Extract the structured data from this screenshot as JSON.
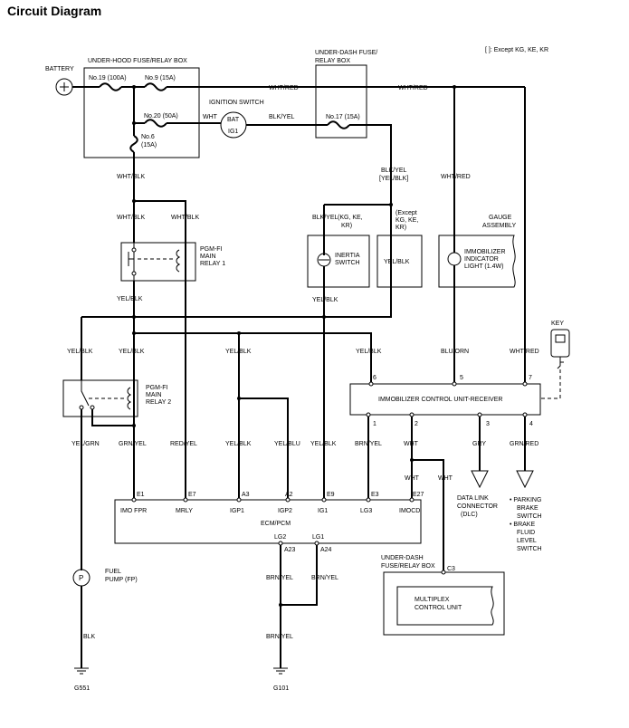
{
  "title": "Circuit Diagram",
  "note": "[ ]: Except KG, KE, KR",
  "battery": "BATTERY",
  "underhood_box": "UNDER-HOOD FUSE/RELAY BOX",
  "fuse_19": "No.19 (100A)",
  "fuse_9": "No.9 (15A)",
  "fuse_20": "No.20 (50A)",
  "fuse_6": "No.6",
  "fuse_6_rating": "(15A)",
  "ignition_switch": "IGNITION SWITCH",
  "bat": "BAT",
  "ig1": "IG1",
  "underdash_box_1": "UNDER-DASH FUSE/",
  "underdash_box_2": "RELAY BOX",
  "fuse_17": "No.17 (15A)",
  "inertia_note_1": "(KG, KE,",
  "inertia_note_2": "KR)",
  "inertia_switch_1": "INERTIA",
  "inertia_switch_2": "SWITCH",
  "except_note_1": "(Except",
  "except_note_2": "KG, KE,",
  "except_note_3": "KR)",
  "gauge_1": "GAUGE",
  "gauge_2": "ASSEMBLY",
  "indicator_1": "IMMOBILIZER",
  "indicator_2": "INDICATOR",
  "indicator_3": "LIGHT (1.4W)",
  "key": "KEY",
  "relay1_1": "PGM-FI",
  "relay1_2": "MAIN",
  "relay1_3": "RELAY 1",
  "relay2_1": "PGM-FI",
  "relay2_2": "MAIN",
  "relay2_3": "RELAY 2",
  "immobilizer_unit": "IMMOBILIZER CONTROL UNIT-RECEIVER",
  "ecm": "ECM/PCM",
  "fuel_pump_1": "FUEL",
  "fuel_pump_2": "PUMP (FP)",
  "pump_symbol": "P",
  "dlc_1": "DATA LINK",
  "dlc_2": "CONNECTOR",
  "dlc_3": "(DLC)",
  "parking_1": "• PARKING",
  "parking_2": "BRAKE",
  "parking_3": "SWITCH",
  "parking_4": "• BRAKE",
  "parking_5": "FLUID",
  "parking_6": "LEVEL",
  "parking_7": "SWITCH",
  "underdash2_1": "UNDER-DASH",
  "underdash2_2": "FUSE/RELAY BOX",
  "multiplex_1": "MULTIPLEX",
  "multiplex_2": "CONTROL UNIT",
  "ground_g551": "G551",
  "ground_g101": "G101",
  "wires": {
    "wht_red_top": "WHT/RED",
    "wht_red_top2": "WHT/RED",
    "wht_ign": "WHT",
    "blk_yel_ign": "BLK/YEL",
    "wht_blk_1": "WHT/BLK",
    "wht_blk_2": "WHT/BLK",
    "wht_blk_3": "WHT/BLK",
    "blk_yel_drop": "BLK/YEL",
    "yel_blk_bracket": "[YEL/BLK]",
    "wht_red_drop": "WHT/RED",
    "blk_yel_inertia": "BLK/YEL",
    "yel_blk_except": "YEL/BLK",
    "yel_blk_r1": "YEL/BLK",
    "yel_blk_inertia_out": "YEL/BLK",
    "yel_blk_a": "YEL/BLK",
    "yel_blk_b": "YEL/BLK",
    "yel_blk_c": "YEL/BLK",
    "yel_blk_d": "YEL/BLK",
    "blu_orn": "BLU/ORN",
    "wht_red_pin7": "WHT/RED",
    "yel_grn": "YEL/GRN",
    "grn_yel": "GRN/YEL",
    "red_yel": "RED/YEL",
    "yel_blk_e": "YEL/BLK",
    "yel_blu": "YEL/BLU",
    "yel_blk_f": "YEL/BLK",
    "brn_yel_e3": "BRN/YEL",
    "wht_pin2": "WHT",
    "gry": "GRY",
    "grn_red": "GRN/RED",
    "wht_e27": "WHT",
    "wht_c3": "WHT",
    "brn_yel_a23": "BRN/YEL",
    "brn_yel_a24": "BRN/YEL",
    "brn_yel_gnd": "BRN/YEL",
    "blk_gnd": "BLK"
  },
  "pins": {
    "p6": "6",
    "p5": "5",
    "p7": "7",
    "p1": "1",
    "p2": "2",
    "p3": "3",
    "p4": "4",
    "e1": "E1",
    "e7": "E7",
    "a3": "A3",
    "a2": "A2",
    "e9": "E9",
    "e3": "E3",
    "e27": "E27",
    "lg2": "LG2",
    "lg1": "LG1",
    "a23": "A23",
    "a24": "A24",
    "c3": "C3"
  },
  "ecm_terminals": {
    "imo_fpr": "IMO FPR",
    "mrly": "MRLY",
    "igp1": "IGP1",
    "igp2": "IGP2",
    "ig1": "IG1",
    "lg3": "LG3",
    "imocd": "IMOCD"
  }
}
